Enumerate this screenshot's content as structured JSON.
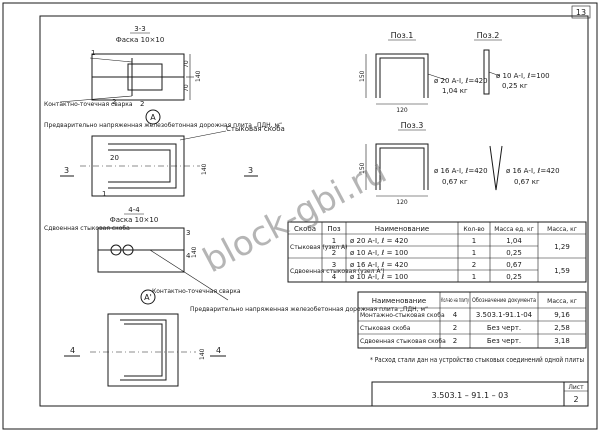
{
  "sheet": {
    "page_number": "13",
    "doc_code": "3.503.1 – 91.1 – 03",
    "sheet_label": "Лист",
    "sheet_no": "2",
    "watermark": "block-gbi.ru"
  },
  "views": {
    "sec33": {
      "title": "3-3",
      "chamfer": "Фаска 10×10",
      "note": "Контактно-точечная сварка",
      "pos1": "1",
      "pos2": "2",
      "d70a": "70",
      "d70b": "70",
      "d140": "140"
    },
    "planA": {
      "callout": "А",
      "slab_note": "Предварительно напряженная железобетонная дорожная плита „ПДН, м“",
      "bracket_note": "Стыковая скоба",
      "d20": "20",
      "d140": "140",
      "pos1": "1",
      "cut": "3"
    },
    "sec44": {
      "title": "4-4",
      "chamfer": "Фаска 10×10",
      "bracket_note": "Сдвоенная стыковая скоба",
      "weld_note": "Контактно-точечная сварка",
      "pos3": "3",
      "pos4": "4",
      "d140": "140"
    },
    "planA2": {
      "callout": "А'",
      "slab_note": "Предварительно напряженная железобетонная дорожная плита „ПДН, м“",
      "d140": "140",
      "cut": "4"
    },
    "pos1": {
      "title": "Поз.1",
      "d150": "150",
      "d120": "120",
      "spec": "ø 20 А-I, ℓ=420",
      "mass": "1,04 кг"
    },
    "pos2": {
      "title": "Поз.2",
      "spec": "ø 10 А-I, ℓ=100",
      "mass": "0,25 кг"
    },
    "pos3": {
      "title": "Поз.3",
      "d150": "150",
      "d120": "120",
      "spec_a": "ø 16 А-I, ℓ=420",
      "mass_a": "0,67 кг",
      "spec_b": "ø 16 А-I, ℓ=420",
      "mass_b": "0,67 кг"
    }
  },
  "table1": {
    "headers": [
      "Скоба",
      "Поз",
      "Наименование",
      "Кол-во",
      "Масса ед. кг",
      "Масса, кг"
    ],
    "groups": [
      {
        "name": "Стыковая (узел А)",
        "total": "1,29",
        "rows": [
          {
            "pos": "1",
            "name": "ø 20 А-I, ℓ = 420",
            "qty": "1",
            "mass": "1,04"
          },
          {
            "pos": "2",
            "name": "ø 10 А-I, ℓ = 100",
            "qty": "1",
            "mass": "0,25"
          }
        ]
      },
      {
        "name": "Сдвоенная стыковая (узел А')",
        "total": "1,59",
        "rows": [
          {
            "pos": "3",
            "name": "ø 16 А-I, ℓ = 420",
            "qty": "2",
            "mass": "0,67"
          },
          {
            "pos": "4",
            "name": "ø 10 А-I, ℓ = 100",
            "qty": "1",
            "mass": "0,25"
          }
        ]
      }
    ]
  },
  "table2": {
    "headers": [
      "Наименование",
      "Кол-во на плиту",
      "Обозначение документа",
      "Масса, кг"
    ],
    "rows": [
      [
        "Монтажно-стыковая скоба",
        "4",
        "3.503.1-91.1-04",
        "9,16"
      ],
      [
        "Стыковая скоба",
        "2",
        "Без черт.",
        "2,58"
      ],
      [
        "Сдвоенная стыковая скоба",
        "2",
        "Без черт.",
        "3,18"
      ]
    ]
  },
  "footnote": "* Расход стали дан на устройство стыковых соединений одной плиты"
}
